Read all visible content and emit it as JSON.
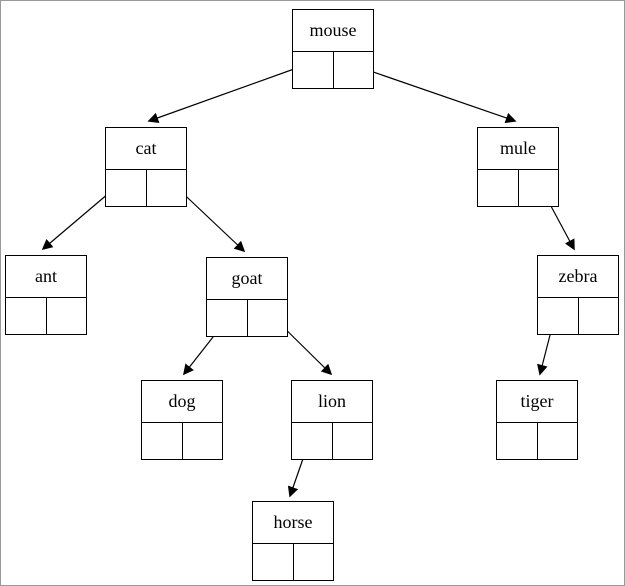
{
  "diagram": {
    "type": "binary-tree",
    "root": "mouse",
    "nodes": {
      "mouse": {
        "label": "mouse"
      },
      "cat": {
        "label": "cat"
      },
      "mule": {
        "label": "mule"
      },
      "ant": {
        "label": "ant"
      },
      "goat": {
        "label": "goat"
      },
      "zebra": {
        "label": "zebra"
      },
      "dog": {
        "label": "dog"
      },
      "lion": {
        "label": "lion"
      },
      "tiger": {
        "label": "tiger"
      },
      "horse": {
        "label": "horse"
      }
    },
    "edges": [
      {
        "from": "mouse",
        "pointer": "left",
        "to": "cat"
      },
      {
        "from": "mouse",
        "pointer": "right",
        "to": "mule"
      },
      {
        "from": "cat",
        "pointer": "left",
        "to": "ant"
      },
      {
        "from": "cat",
        "pointer": "right",
        "to": "goat"
      },
      {
        "from": "goat",
        "pointer": "left",
        "to": "dog"
      },
      {
        "from": "goat",
        "pointer": "right",
        "to": "lion"
      },
      {
        "from": "lion",
        "pointer": "left",
        "to": "horse"
      },
      {
        "from": "mule",
        "pointer": "right",
        "to": "zebra"
      },
      {
        "from": "zebra",
        "pointer": "left",
        "to": "tiger"
      }
    ],
    "colors": {
      "line": "#000000",
      "background": "#ffffff"
    }
  }
}
